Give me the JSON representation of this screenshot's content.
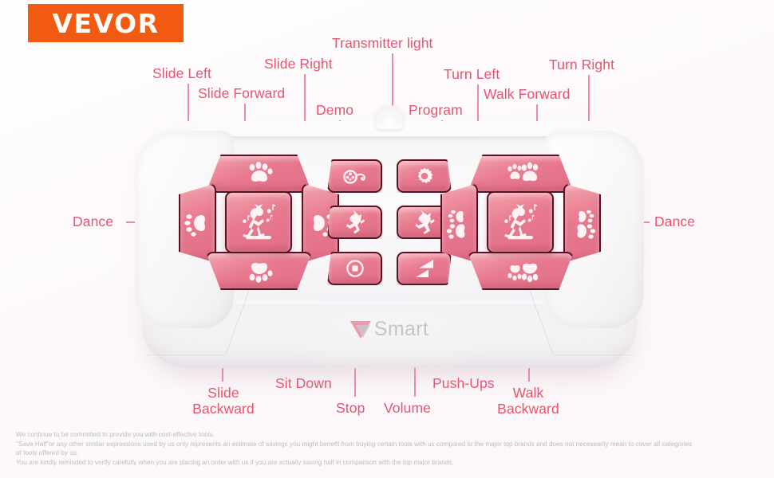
{
  "brand": {
    "logo_text": "VEVOR"
  },
  "device": {
    "watermark": "Smart",
    "antenna_name": "transmitter-light"
  },
  "labels": {
    "slide_left": "Slide Left",
    "slide_forward": "Slide Forward",
    "slide_right": "Slide Right",
    "transmitter_light": "Transmitter light",
    "demo": "Demo",
    "program": "Program",
    "turn_left": "Turn Left",
    "walk_forward": "Walk Forward",
    "turn_right": "Turn Right",
    "dance_left": "Dance",
    "dance_right": "Dance",
    "slide_backward_l1": "Slide",
    "slide_backward_l2": "Backward",
    "sit_down": "Sit Down",
    "stop": "Stop",
    "volume": "Volume",
    "push_ups": "Push-Ups",
    "walk_backward_l1": "Walk",
    "walk_backward_l2": "Backward"
  },
  "buttons": {
    "left_pad": {
      "up": "slide-forward-button",
      "down": "slide-backward-button",
      "left": "slide-left-button",
      "right": "slide-right-button",
      "center": "dance-left-button"
    },
    "right_pad": {
      "up": "walk-forward-button",
      "down": "walk-backward-button",
      "left": "turn-left-button",
      "right": "turn-right-button",
      "center": "dance-right-button"
    },
    "center_pad": [
      "demo-button",
      "program-button",
      "sit-down-button",
      "push-ups-button",
      "stop-button",
      "volume-button"
    ]
  },
  "colors": {
    "brand_orange": "#f25a11",
    "label_pink": "#e8536f",
    "leader_pink": "#ef8aa1",
    "button_pink": "#e8798f",
    "button_pink_light": "#f3a3ad",
    "button_border": "#5e1020",
    "background": "#fdfbfc"
  },
  "footer": {
    "line1": "We continue to be committed to provide you with cost-effective tools.",
    "line2": "\"Save Half\"or any other similar expressions used by us only represents an estimate of savings you might benefit from buying certain tools with us compared to the major top brands and does not necessarily mean to cover all categories",
    "line3": "of tools offered by us.",
    "line4": "You are kindly reminded to verify carefully when you are placing an order with us if you are actually saving half in comparison with the top major brands."
  }
}
